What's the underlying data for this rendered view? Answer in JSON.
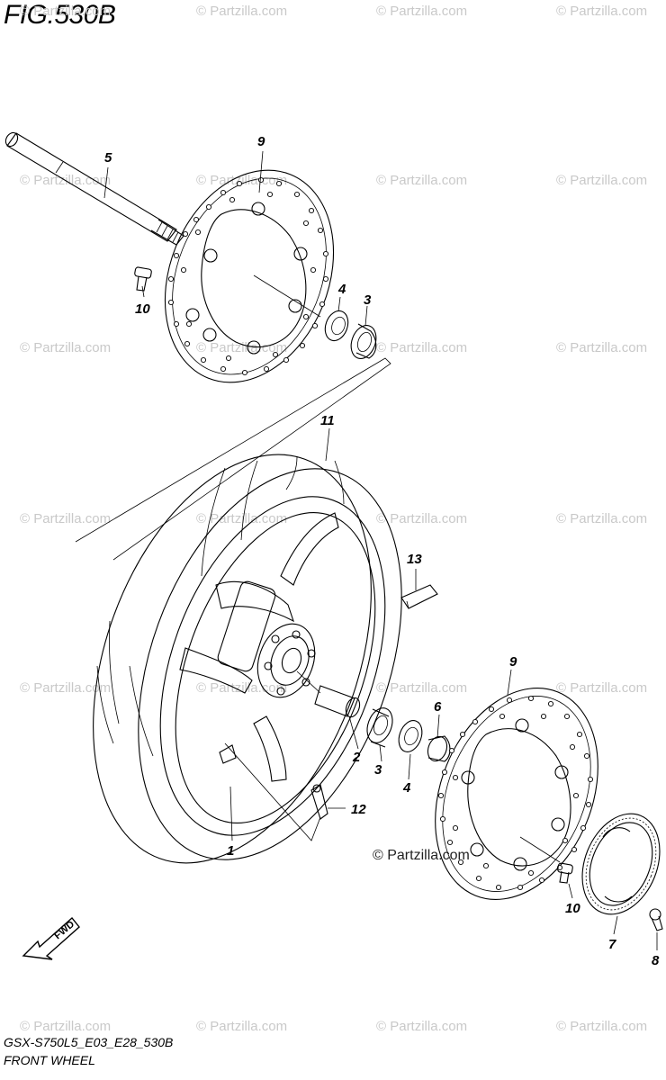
{
  "figure": {
    "title": "FIG.530B",
    "model_code": "GSX-S750L5_E03_E28_530B",
    "section_name": "FRONT WHEEL"
  },
  "watermark": {
    "text": "© Partzilla.com"
  },
  "fwd_label": "FWD",
  "callouts": [
    {
      "id": "1",
      "label": "1"
    },
    {
      "id": "2",
      "label": "2"
    },
    {
      "id": "3a",
      "label": "3"
    },
    {
      "id": "3b",
      "label": "3"
    },
    {
      "id": "4a",
      "label": "4"
    },
    {
      "id": "4b",
      "label": "4"
    },
    {
      "id": "5",
      "label": "5"
    },
    {
      "id": "6",
      "label": "6"
    },
    {
      "id": "7",
      "label": "7"
    },
    {
      "id": "8",
      "label": "8"
    },
    {
      "id": "9a",
      "label": "9"
    },
    {
      "id": "9b",
      "label": "9"
    },
    {
      "id": "10a",
      "label": "10"
    },
    {
      "id": "10b",
      "label": "10"
    },
    {
      "id": "11",
      "label": "11"
    },
    {
      "id": "12",
      "label": "12"
    },
    {
      "id": "13",
      "label": "13"
    }
  ]
}
